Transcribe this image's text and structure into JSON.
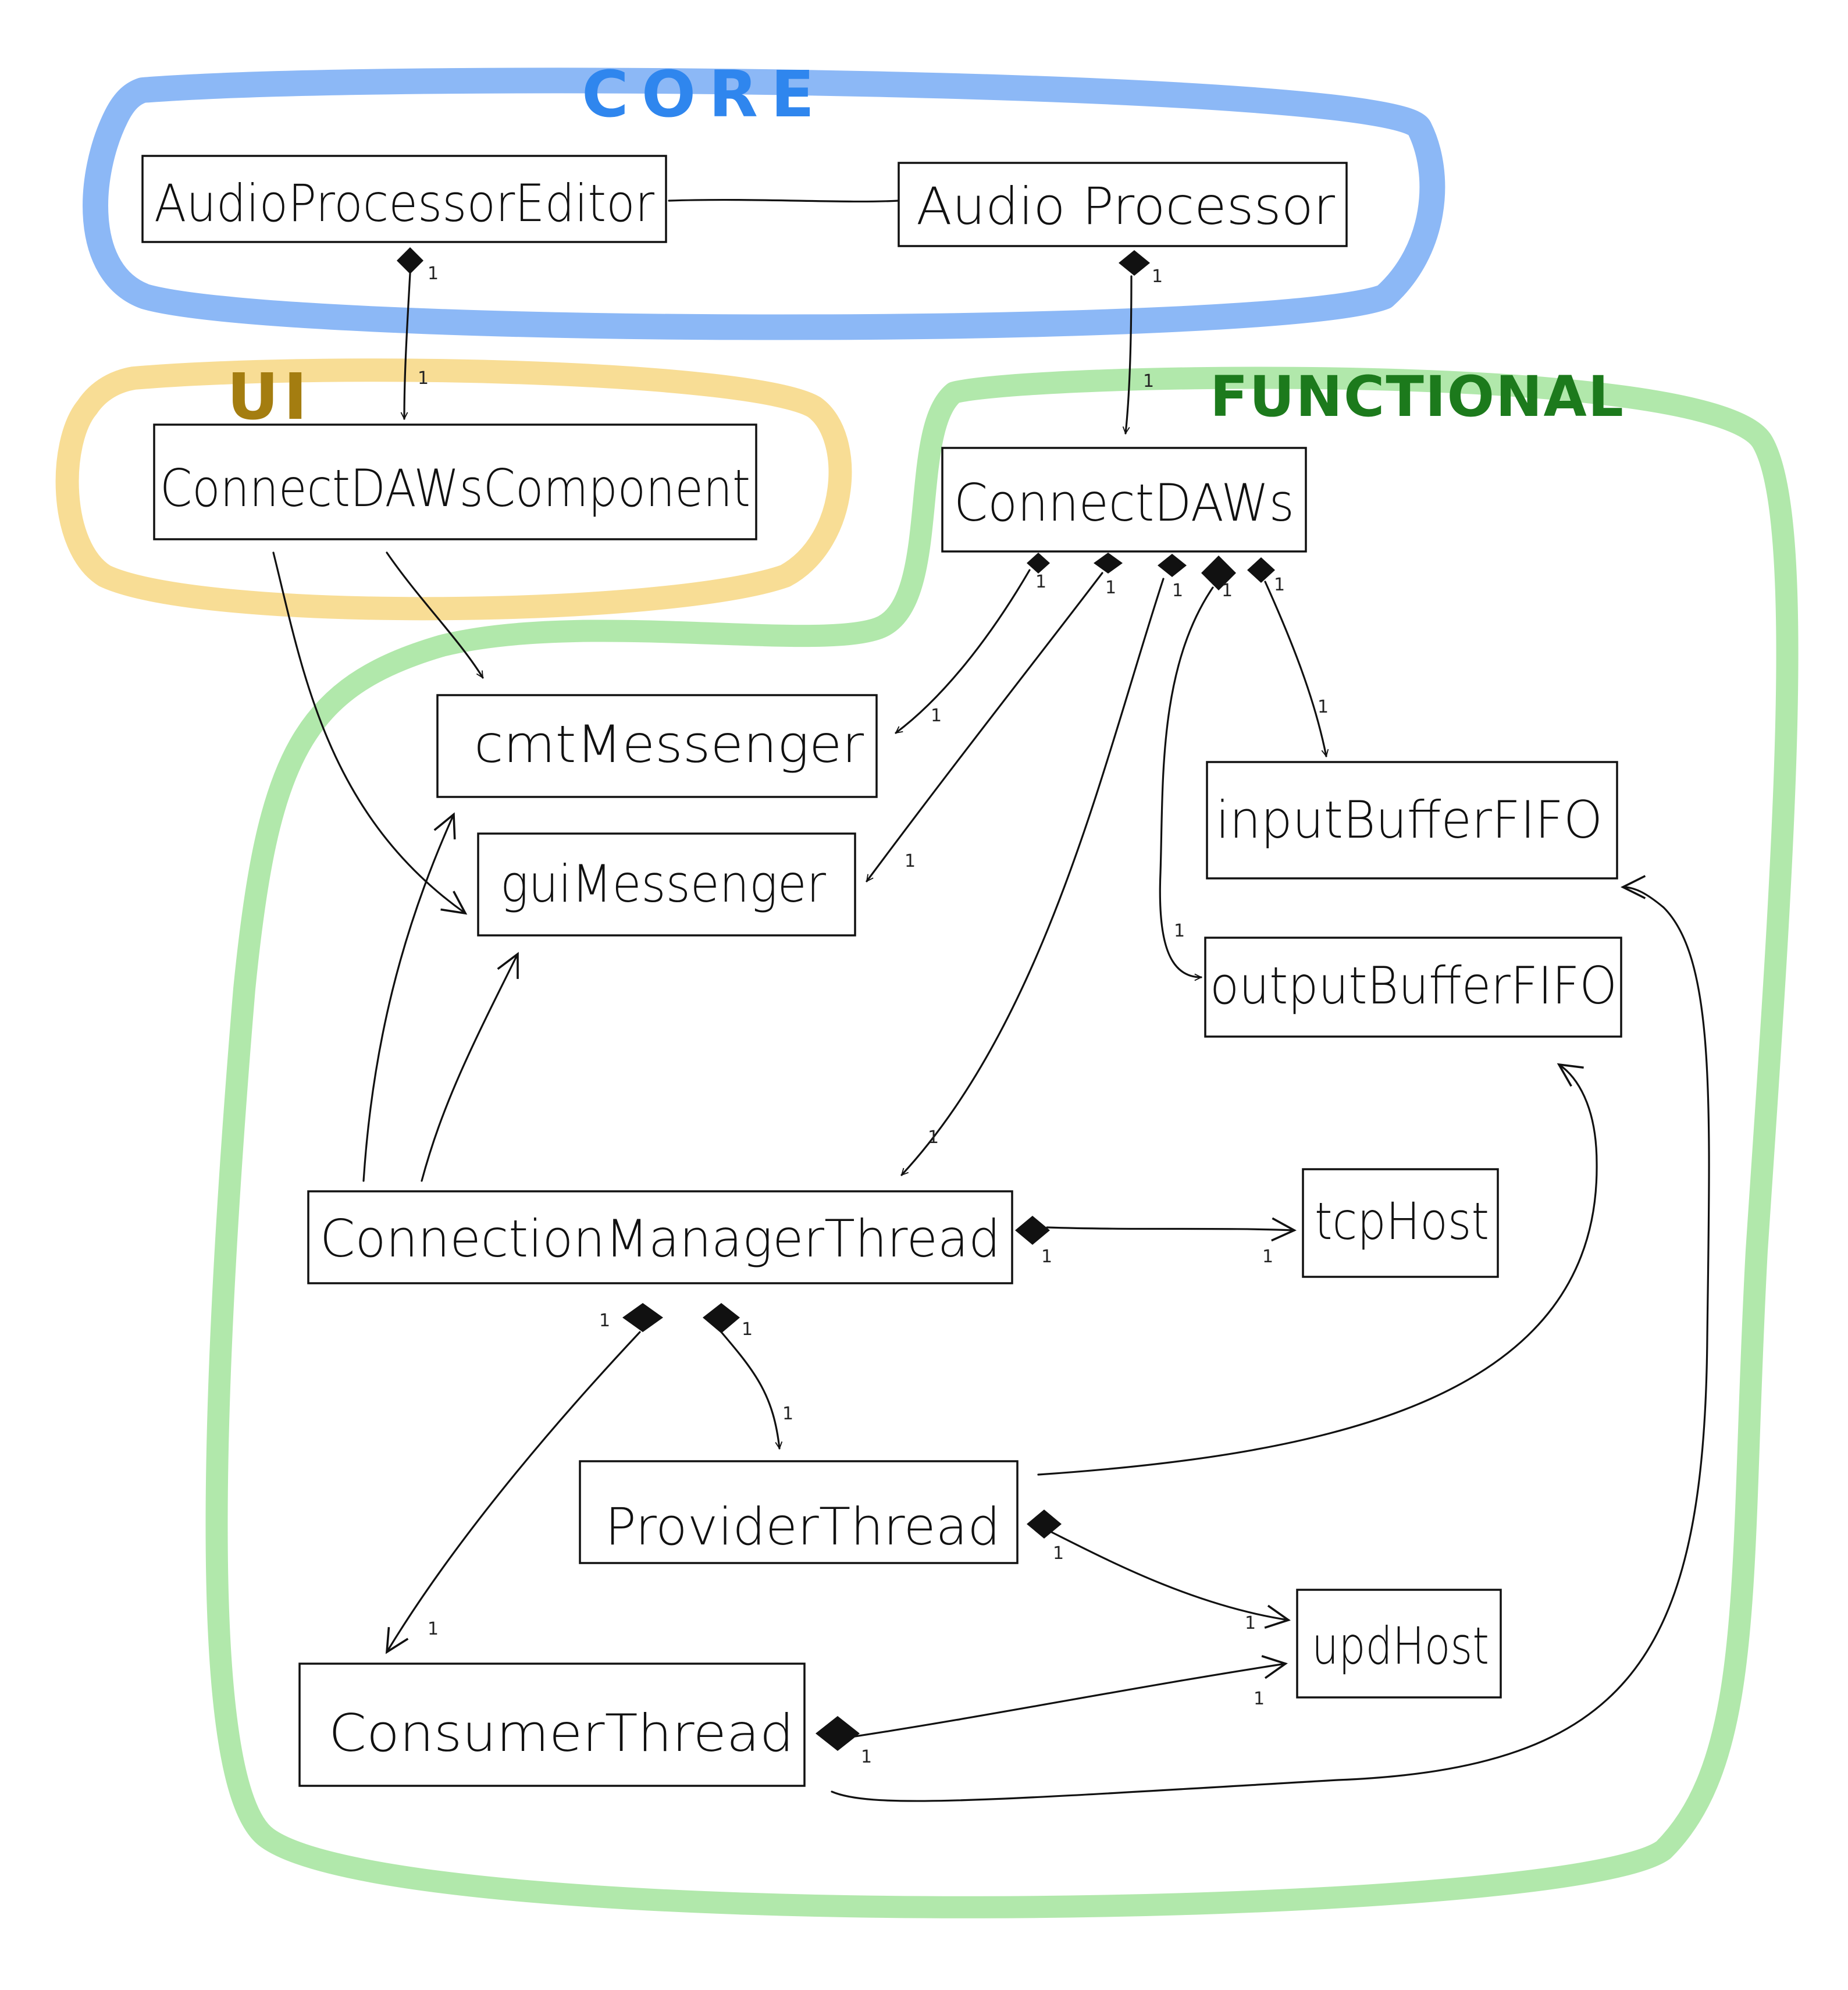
{
  "colors": {
    "core": "#7fb0f5",
    "core_text": "#2f86ee",
    "ui": "#f7d98a",
    "ui_text": "#a47d10",
    "functional": "#a9e5a2",
    "functional_text": "#1c7a1c",
    "ink": "#111111"
  },
  "groups": {
    "core": "CORE",
    "ui": "UI",
    "functional": "FUNCTIONAL"
  },
  "classes": {
    "audio_processor_editor": "AudioProcessorEditor",
    "audio_processor": "Audio Processor",
    "connect_daws_component": "ConnectDAWsComponent",
    "connect_daws": "ConnectDAWs",
    "cmt_messenger": "cmtMessenger",
    "gui_messenger": "guiMessenger",
    "input_buffer_fifo": "inputBufferFIFO",
    "output_buffer_fifo": "outputBufferFIFO",
    "connection_manager_thread": "ConnectionManagerThread",
    "tcp_host": "tcpHost",
    "provider_thread": "ProviderThread",
    "udp_host": "updHost",
    "consumer_thread": "ConsumerThread"
  },
  "multiplicity": "1"
}
